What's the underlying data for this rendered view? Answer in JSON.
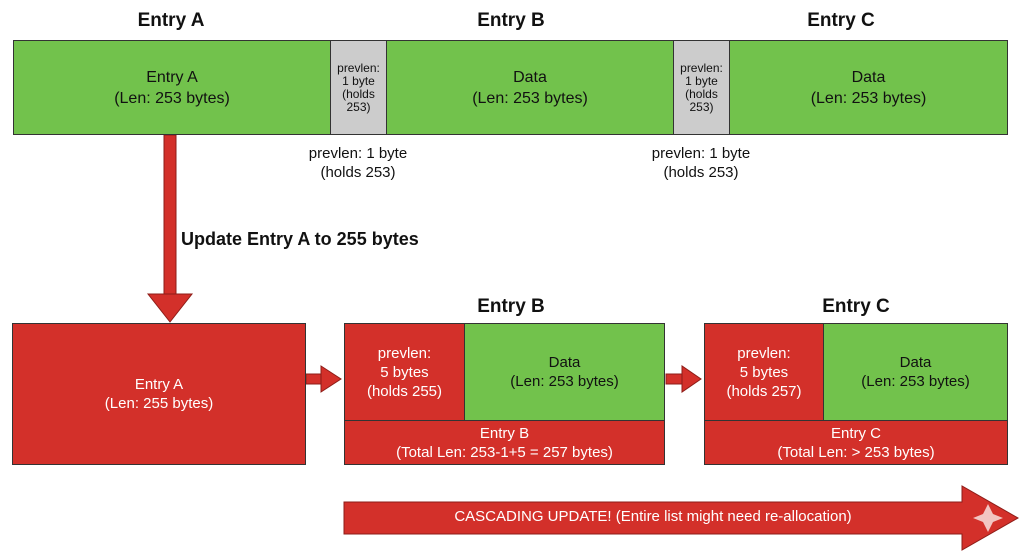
{
  "top": {
    "headings": {
      "a": "Entry A",
      "b": "Entry B",
      "c": "Entry C"
    },
    "entry_a": {
      "title": "Entry A",
      "len": "(Len: 253 bytes)"
    },
    "prevlen_b": {
      "line1": "prevlen:",
      "line2": "1 byte",
      "line3": "(holds",
      "line4": "253)"
    },
    "data_b": {
      "title": "Data",
      "len": "(Len: 253 bytes)"
    },
    "prevlen_c": {
      "line1": "prevlen:",
      "line2": "1 byte",
      "line3": "(holds",
      "line4": "253)"
    },
    "data_c": {
      "title": "Data",
      "len": "(Len: 253 bytes)"
    },
    "caption_b": {
      "line1": "prevlen: 1 byte",
      "line2": "(holds 253)"
    },
    "caption_c": {
      "line1": "prevlen: 1 byte",
      "line2": "(holds 253)"
    }
  },
  "update_label": "Update Entry A to 255 bytes",
  "bottom": {
    "entry_a": {
      "title": "Entry A",
      "len": "(Len: 255 bytes)"
    },
    "entry_b": {
      "heading": "Entry B",
      "prevlen": {
        "line1": "prevlen:",
        "line2": "5 bytes",
        "line3": "(holds 255)"
      },
      "data": {
        "title": "Data",
        "len": "(Len: 253 bytes)"
      },
      "total": {
        "line1": "Entry B",
        "line2": "(Total Len: 253-1+5 = 257 bytes)"
      }
    },
    "entry_c": {
      "heading": "Entry C",
      "prevlen": {
        "line1": "prevlen:",
        "line2": "5 bytes",
        "line3": "(holds 257)"
      },
      "data": {
        "title": "Data",
        "len": "(Len: 253 bytes)"
      },
      "total": {
        "line1": "Entry C",
        "line2": "(Total Len: > 253 bytes)"
      }
    }
  },
  "banner": "CASCADING UPDATE! (Entire list might need re-allocation)",
  "colors": {
    "green": "#72c24c",
    "gray": "#cccccc",
    "red": "#d3302a",
    "dark_red": "#a8231e"
  }
}
